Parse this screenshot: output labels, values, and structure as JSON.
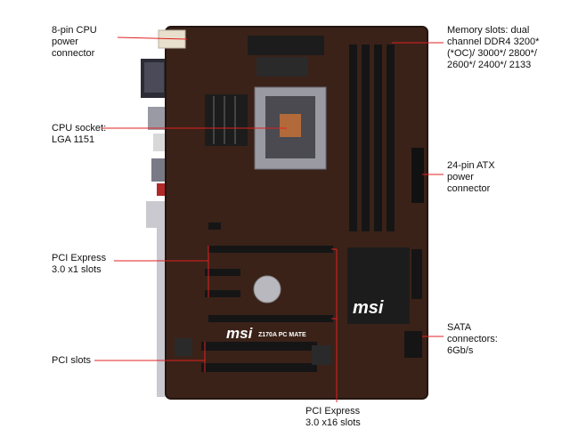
{
  "labels": {
    "cpu_power": "8-pin CPU\npower\nconnector",
    "cpu_socket": "CPU socket:\nLGA 1151",
    "pcie_x1": "PCI Express\n3.0 x1 slots",
    "pci": "PCI slots",
    "memory": "Memory slots: dual\nchannel DDR4  3200*\n(*OC)/ 3000*/ 2800*/\n2600*/ 2400*/ 2133",
    "atx": "24-pin ATX\npower\nconnector",
    "sata": "SATA\nconnectors:\n6Gb/s",
    "pcie_x16": "PCI Express\n3.0 x16 slots"
  },
  "board": {
    "brand": "msi",
    "model": "Z170A PC MATE"
  },
  "colors": {
    "pcb": "#3a2219",
    "slot": "#151515",
    "leader": "#e02020",
    "heatsink": "#1c1c1c"
  }
}
